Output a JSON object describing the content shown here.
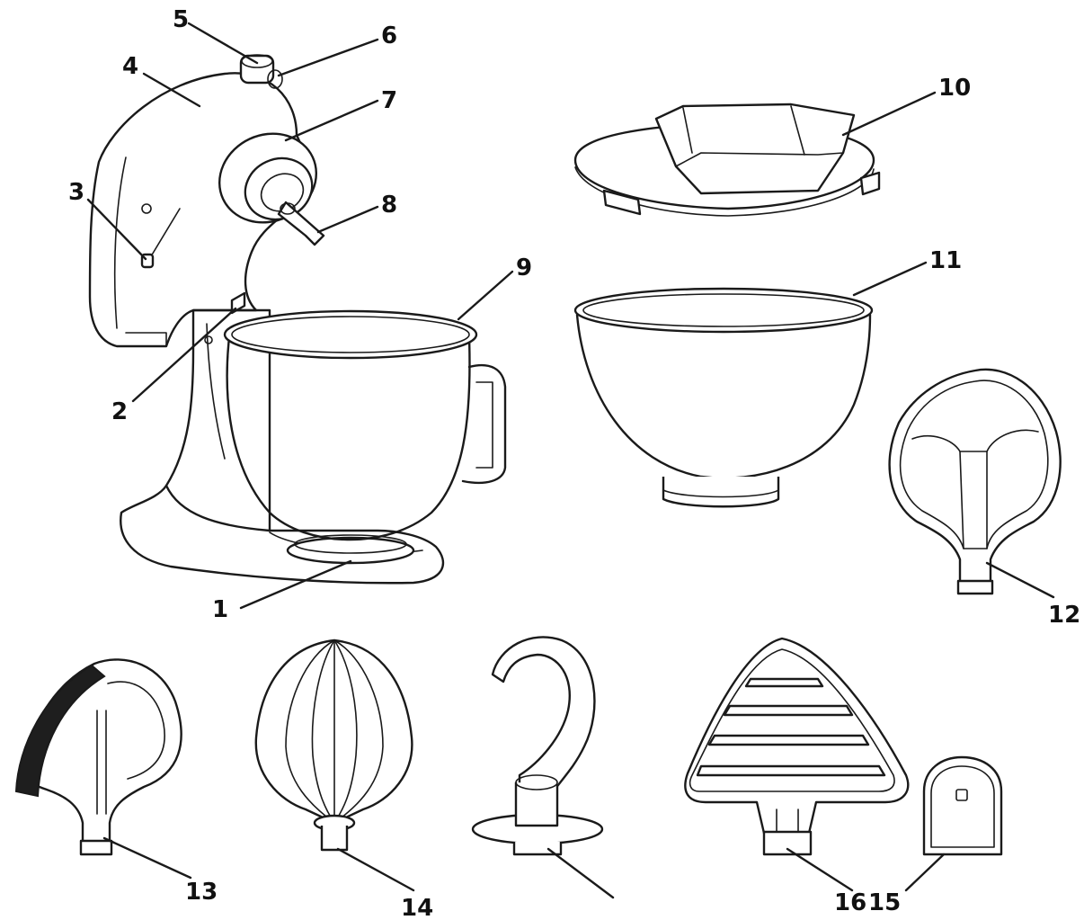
{
  "callouts": [
    {
      "number": "1"
    },
    {
      "number": "2"
    },
    {
      "number": "3"
    },
    {
      "number": "4"
    },
    {
      "number": "5"
    },
    {
      "number": "6"
    },
    {
      "number": "7"
    },
    {
      "number": "8"
    },
    {
      "number": "9"
    },
    {
      "number": "10"
    },
    {
      "number": "11"
    },
    {
      "number": "12"
    },
    {
      "number": "13"
    },
    {
      "number": "14"
    },
    {
      "number": "16"
    },
    {
      "number": "15"
    }
  ],
  "colors": {
    "line": "#1a1a1a",
    "text": "#111111",
    "background": "#ffffff"
  }
}
